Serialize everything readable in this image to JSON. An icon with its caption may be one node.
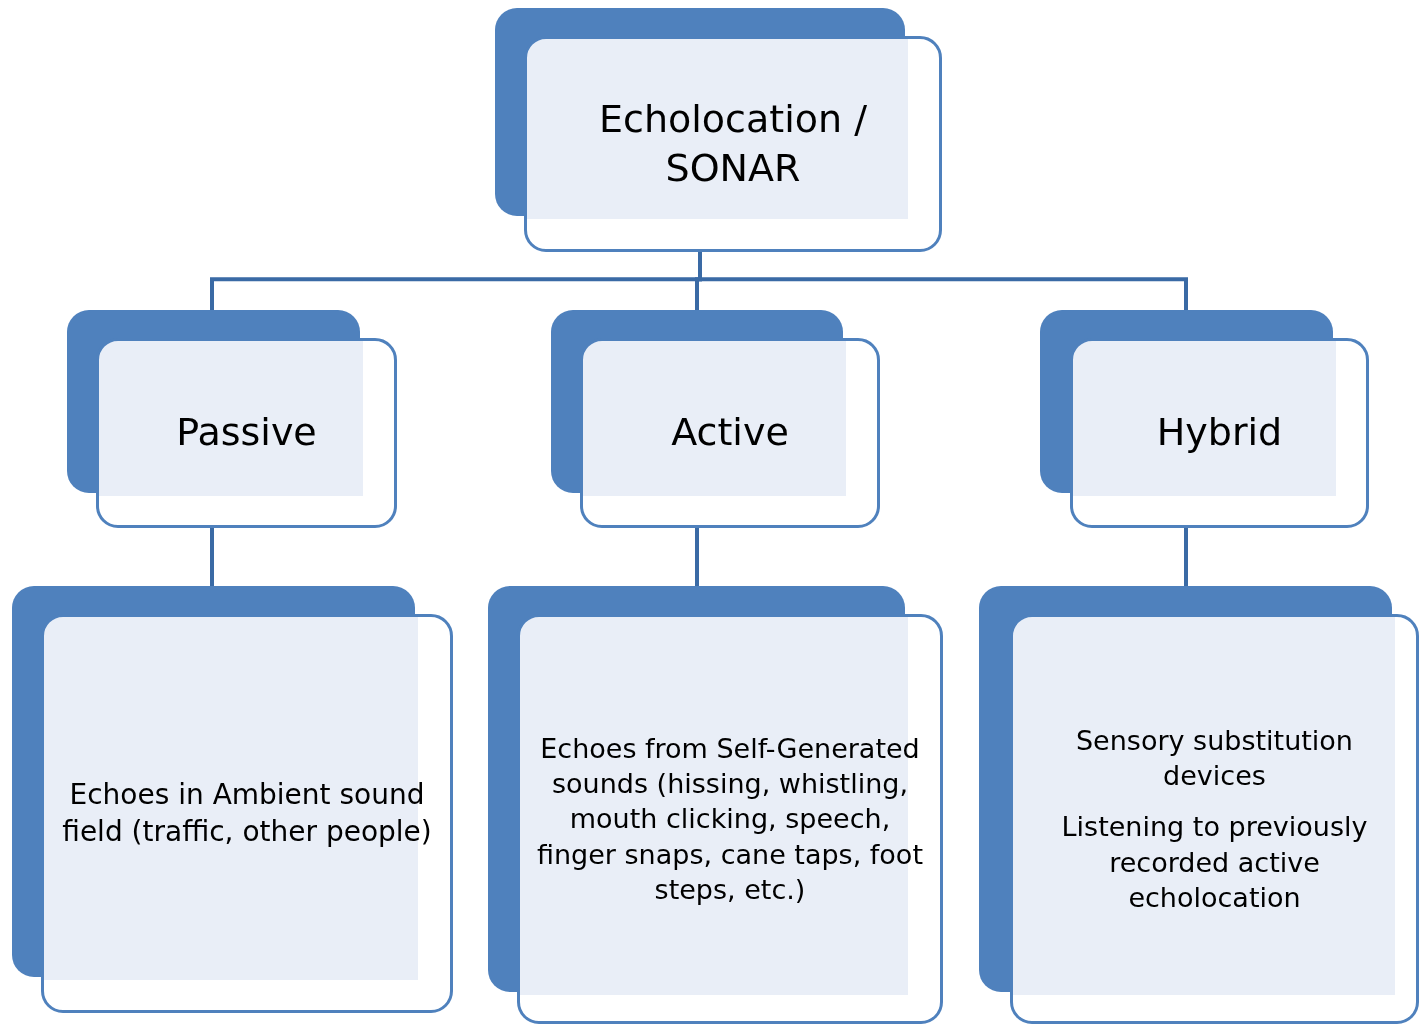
{
  "diagram": {
    "nodes": [
      {
        "text": [
          "Echolocation / SONAR"
        ]
      },
      {
        "text": [
          "Passive"
        ]
      },
      {
        "text": [
          "Active"
        ]
      },
      {
        "text": [
          "Hybrid"
        ]
      },
      {
        "text": [
          "Echoes in Ambient sound field (traffic, other people)"
        ]
      },
      {
        "text": [
          "Echoes from Self-Generated sounds (hissing, whistling, mouth clicking, speech, finger snaps, cane taps, foot steps, etc.)"
        ]
      },
      {
        "text": [
          "Sensory substitution devices",
          "Listening to previously recorded active echolocation"
        ]
      }
    ],
    "edges": [
      {
        "from": 0,
        "to": 1,
        "arrow": "none"
      },
      {
        "from": 0,
        "to": 2,
        "arrow": "none"
      },
      {
        "from": 0,
        "to": 3,
        "arrow": "none"
      },
      {
        "from": 1,
        "to": 4,
        "arrow": "none"
      },
      {
        "from": 2,
        "to": 5,
        "arrow": "none"
      },
      {
        "from": 3,
        "to": 6,
        "arrow": "none"
      }
    ]
  }
}
